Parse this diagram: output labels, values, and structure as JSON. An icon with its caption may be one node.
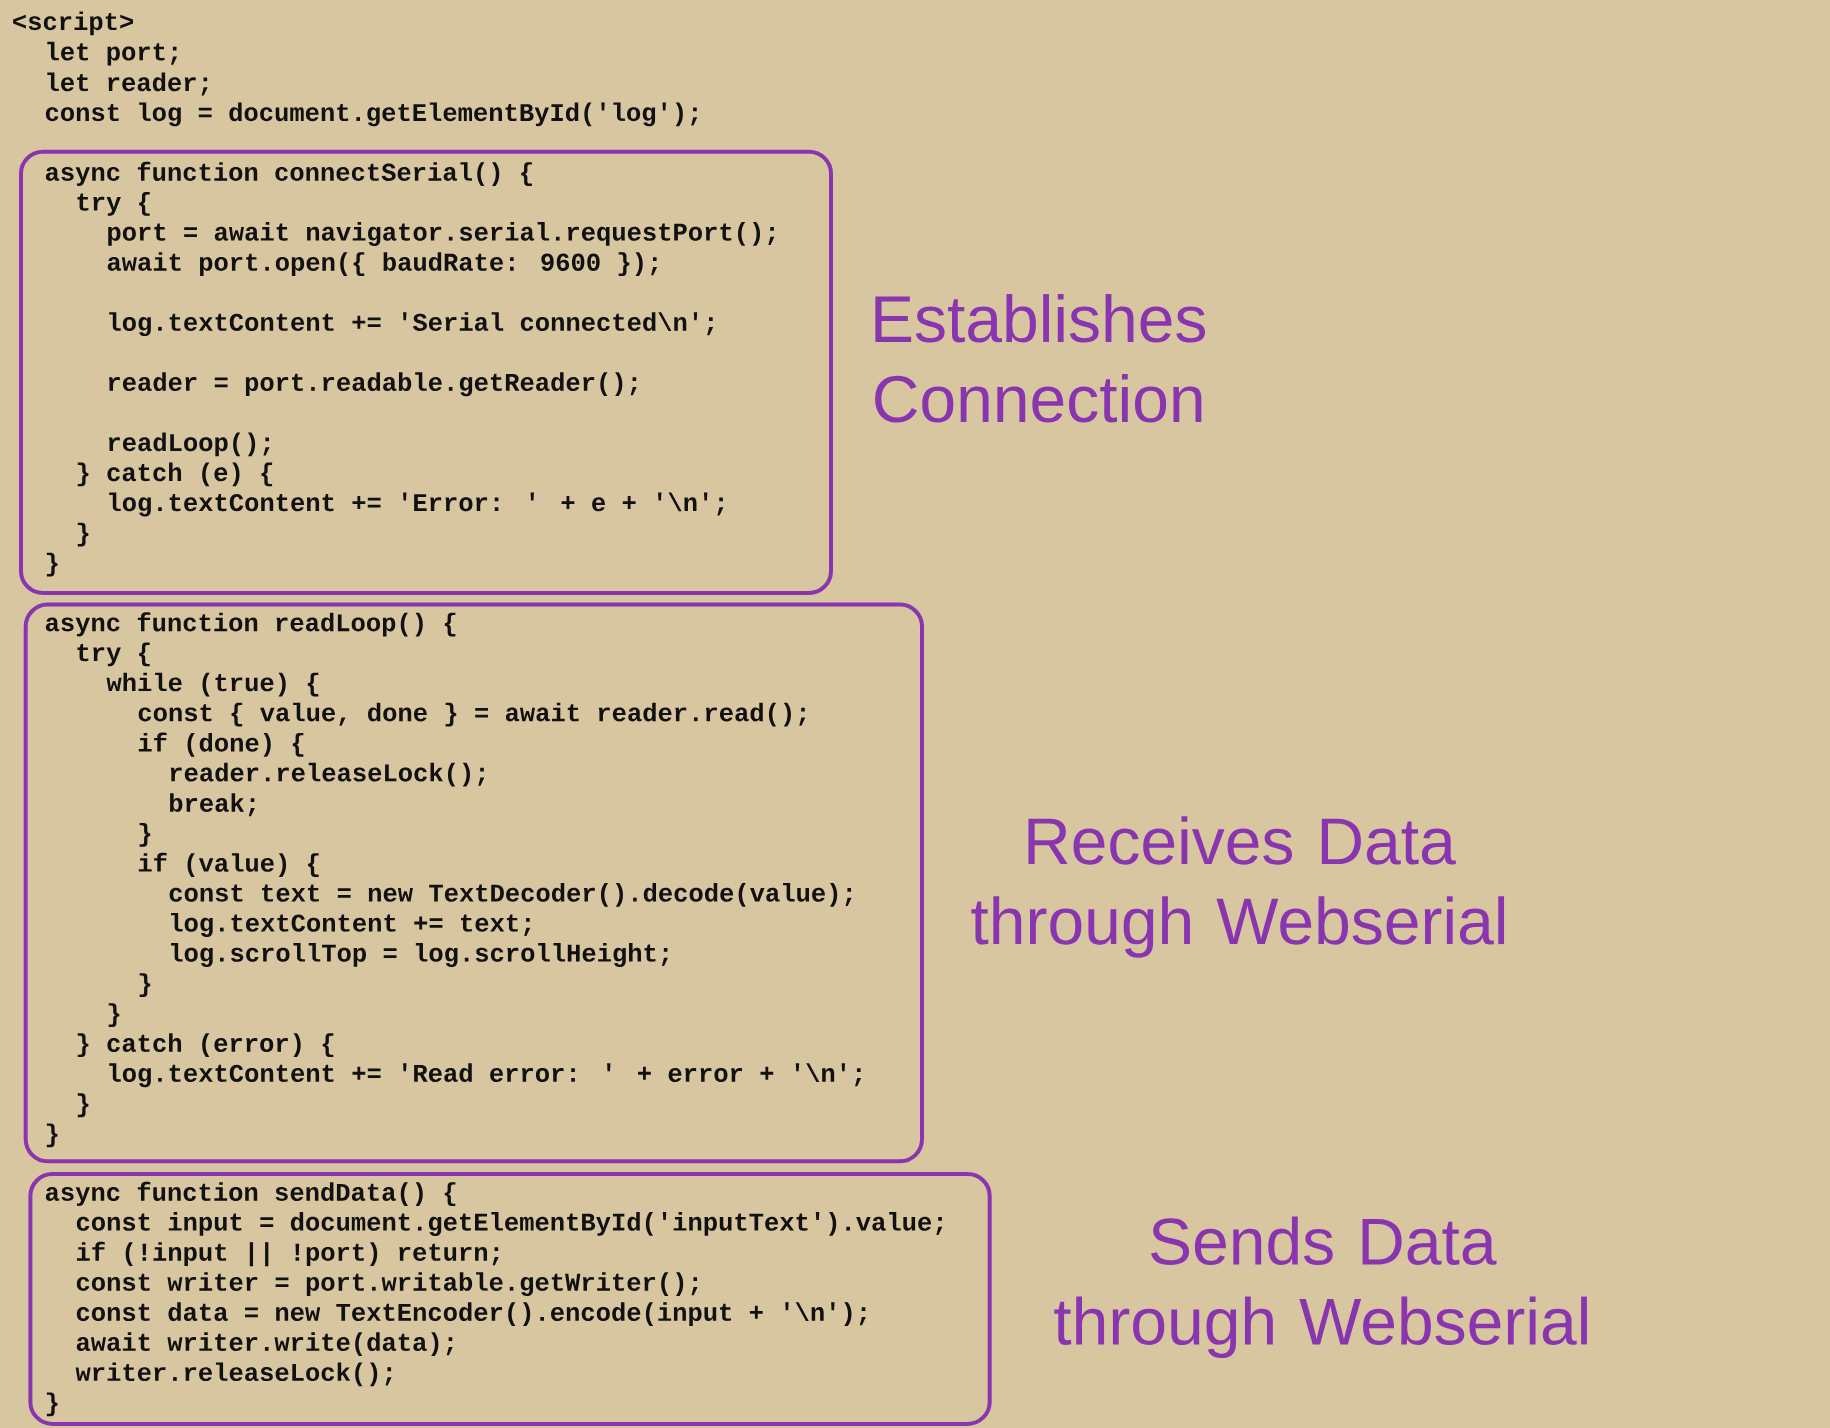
{
  "diagram": {
    "nodes": [
      {
        "text": [
          "async function connectSerial() {",
          "try {",
          "port = await navigator.serial.requestPort();",
          "await port.open({ baudRate: 9600 });",
          "log.textContent += 'Serial connected\\n';",
          "reader = port.readable.getReader();",
          "readLoop();",
          "} catch (e) {",
          "log.textContent += 'Error: ' + e + '\\n';",
          "}",
          "}"
        ],
        "beside": [
          "Establishes Connection"
        ]
      },
      {
        "text": [
          "async function readLoop() {",
          "try {",
          "while (true) {",
          "const { value, done } = await reader.read();",
          "if (done) {",
          "reader.releaseLock();",
          "break;",
          "}",
          "if (value) {",
          "const text = new TextDecoder().decode(value);",
          "log.textContent += text;",
          "log.scrollTop = log.scrollHeight;",
          "}",
          "}",
          "} catch (error) {",
          "log.textContent += 'Read error: ' + error + '\\n';",
          "}",
          "}"
        ],
        "beside": [
          "Receives Data through Webserial"
        ]
      },
      {
        "text": [
          "async function sendData() {",
          "const input = document.getElementById('inputText').value;",
          "if (!input || !port) return;",
          "const writer = port.writable.getWriter();",
          "const data = new TextEncoder().encode(input + '\\n');",
          "await writer.write(data);",
          "writer.releaseLock();",
          "}"
        ],
        "beside": [
          "Sends Data through Webserial"
        ]
      }
    ],
    "labels": [
      "<script>",
      "let port;",
      "let reader;",
      "const log = document.getElementById('log');"
    ]
  }
}
